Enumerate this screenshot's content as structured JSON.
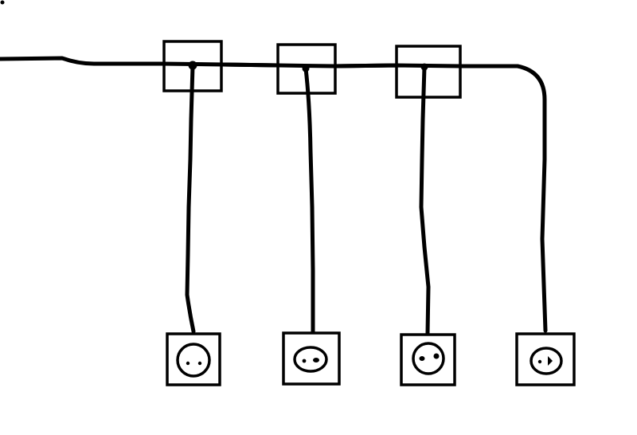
{
  "diagram": {
    "kind": "wiring-sketch",
    "junction_box_count": 3,
    "socket_count": 4,
    "colors": {
      "background": "#ffffff",
      "ink": "#000000"
    },
    "icons": {
      "junction_box": "square-outline",
      "socket": "power-outlet-icon"
    },
    "connections": [
      {
        "socket": 1,
        "fed_from": "junction-box-1"
      },
      {
        "socket": 2,
        "fed_from": "junction-box-2"
      },
      {
        "socket": 3,
        "fed_from": "junction-box-3"
      },
      {
        "socket": 4,
        "fed_from": "main-line-end"
      }
    ]
  }
}
